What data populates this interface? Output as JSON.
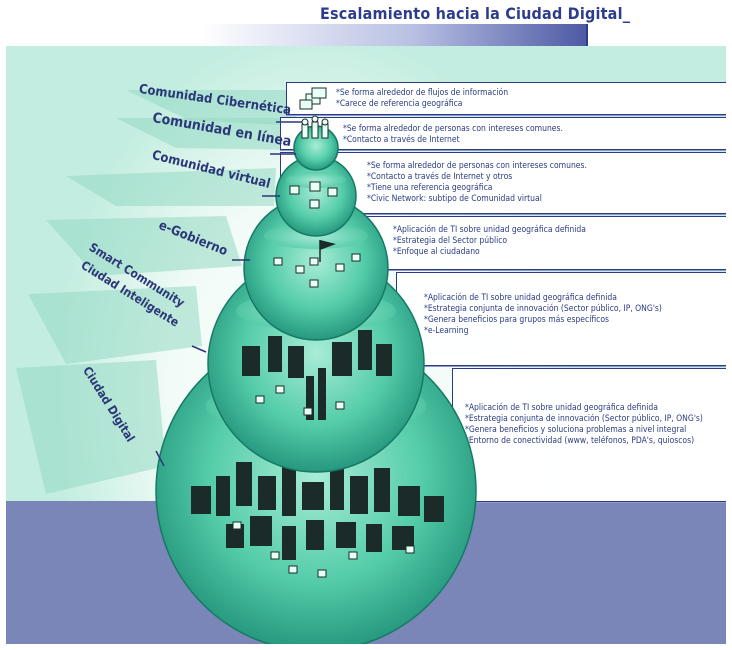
{
  "title": "Escalamiento hacia la Ciudad Digital_",
  "levels": [
    {
      "name": "Comunidad Cibernética",
      "points": [
        "*Se forma alrededor de flujos de información",
        "*Carece de referencia geográfica"
      ]
    },
    {
      "name": "Comunidad en línea",
      "points": [
        "*Se forma alrededor de personas con intereses comunes.",
        "*Contacto a través de Internet"
      ]
    },
    {
      "name": "Comunidad virtual",
      "points": [
        "*Se forma alrededor de personas con intereses comunes.",
        "*Contacto a través de Internet y otros",
        "*Tiene una referencia geográfica",
        "*Civic Network: subtipo de Comunidad virtual"
      ]
    },
    {
      "name": "e-Gobierno",
      "points": [
        "*Aplicación de TI sobre unidad geográfica definida",
        "*Estrategia del Sector público",
        "*Enfoque al ciudadano"
      ]
    },
    {
      "name": "Smart Community",
      "name2": "Ciudad Inteligente",
      "points": [
        "*Aplicación de TI sobre unidad geográfica definida",
        "*Estrategia conjunta de innovación (Sector público, IP, ONG's)",
        "*Genera beneficios para grupos más específicos",
        "*e-Learning"
      ]
    },
    {
      "name": "Ciudad Digital",
      "points": [
        "*Aplicación de TI sobre unidad geográfica definida",
        "*Estrategia conjunta de innovación (Sector público, IP, ONG's)",
        "*Genera beneficios y soluciona problemas a nivel integral",
        "*Entorno de conectividad (www, teléfonos, PDA's, quioscos)"
      ]
    }
  ],
  "colors": {
    "panel": "#c3ede0",
    "sphere": "#3fbf9f",
    "text": "#2b3b80",
    "bottom_band": "#7a86b8"
  }
}
